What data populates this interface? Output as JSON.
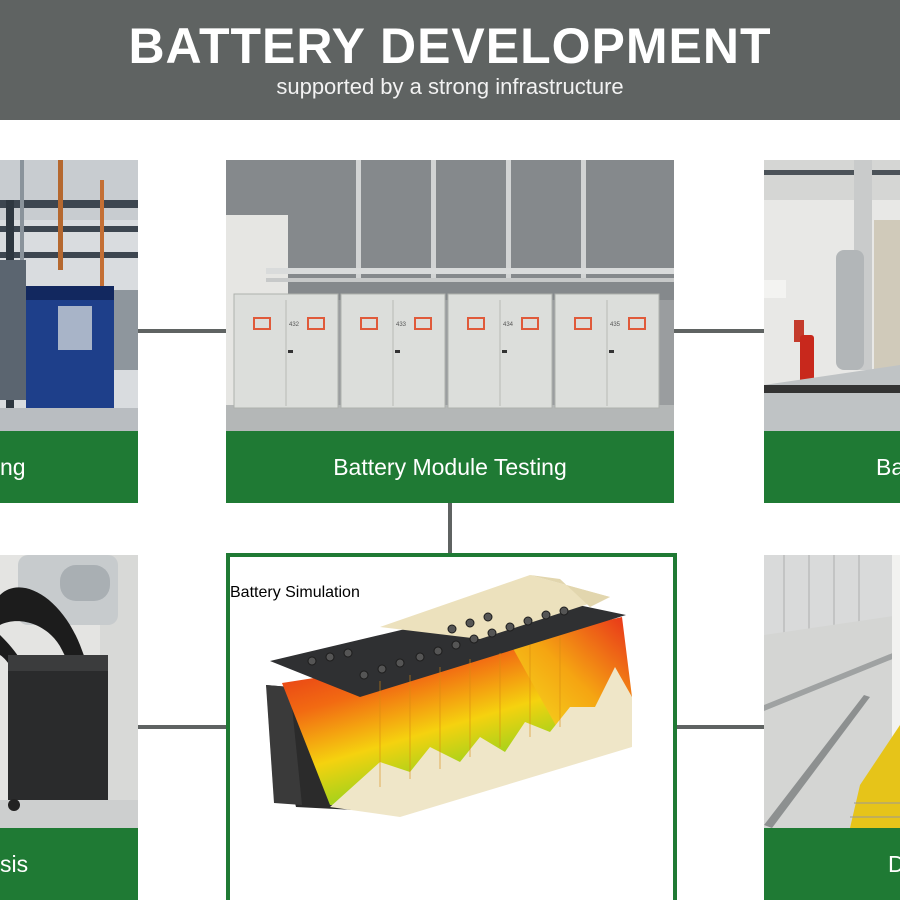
{
  "header": {
    "title": "BATTERY DEVELOPMENT",
    "subtitle": "supported by a strong infrastructure"
  },
  "colors": {
    "header_bg": "#5f6362",
    "label_bg": "#1f7a34",
    "connector": "#5f6362"
  },
  "cards": {
    "top_left": {
      "label": "ng"
    },
    "top_center": {
      "label": "Battery Module Testing"
    },
    "top_right": {
      "label": "Ba"
    },
    "bottom_left": {
      "label": "sis"
    },
    "bottom_center": {
      "label": "Battery Simulation"
    },
    "bottom_right": {
      "label": "D"
    }
  },
  "test_boxes": [
    "432",
    "433",
    "434",
    "435"
  ]
}
